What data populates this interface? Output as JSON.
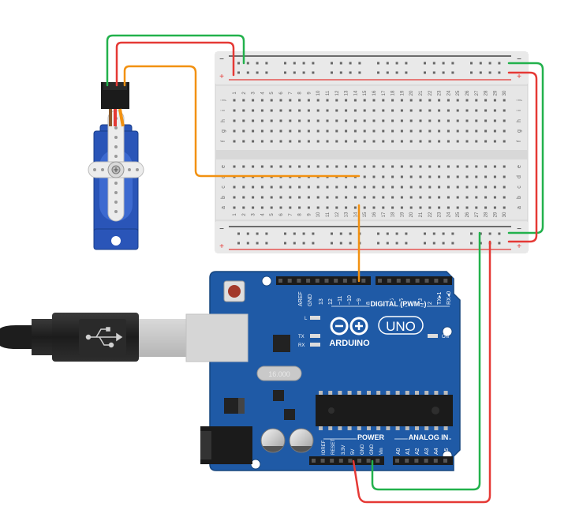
{
  "colors": {
    "board_blue": "#1f5aa6",
    "board_dark": "#17467f",
    "breadboard": "#e6e6e6",
    "wire_green": "#22b14c",
    "wire_red": "#e53935",
    "wire_orange": "#f29111",
    "servo_blue": "#2a55b8"
  },
  "breadboard": {
    "rail_minus": "−",
    "rail_plus": "+",
    "rows_top": [
      "j",
      "i",
      "h",
      "g",
      "f"
    ],
    "rows_bottom": [
      "e",
      "d",
      "c",
      "b",
      "a"
    ],
    "columns": [
      "1",
      "2",
      "3",
      "4",
      "5",
      "6",
      "7",
      "8",
      "9",
      "10",
      "11",
      "12",
      "13",
      "14",
      "15",
      "16",
      "17",
      "18",
      "19",
      "20",
      "21",
      "22",
      "23",
      "24",
      "25",
      "26",
      "27",
      "28",
      "29",
      "30"
    ]
  },
  "arduino": {
    "aref": "AREF",
    "gnd": "GND",
    "digital_pins": [
      "13",
      "12",
      "~11",
      "~10",
      "~9",
      "8",
      "7",
      "~6",
      "~5",
      "4",
      "~3",
      "2",
      "TX▸1",
      "RX◂0"
    ],
    "digital_label": "DIGITAL (PWM~)",
    "led_l": "L",
    "led_tx": "TX",
    "led_rx": "RX",
    "brand": "ARDUINO",
    "model": "UNO",
    "on": "ON",
    "power_label": "POWER",
    "power_pins": [
      "IOREF",
      "RESET",
      "3.3V",
      "5V",
      "GND",
      "GND",
      "Vin"
    ],
    "analog_label": "ANALOG IN",
    "analog_pins": [
      "A0",
      "A1",
      "A2",
      "A3",
      "A4",
      "A5"
    ],
    "crystal": "16.000"
  }
}
